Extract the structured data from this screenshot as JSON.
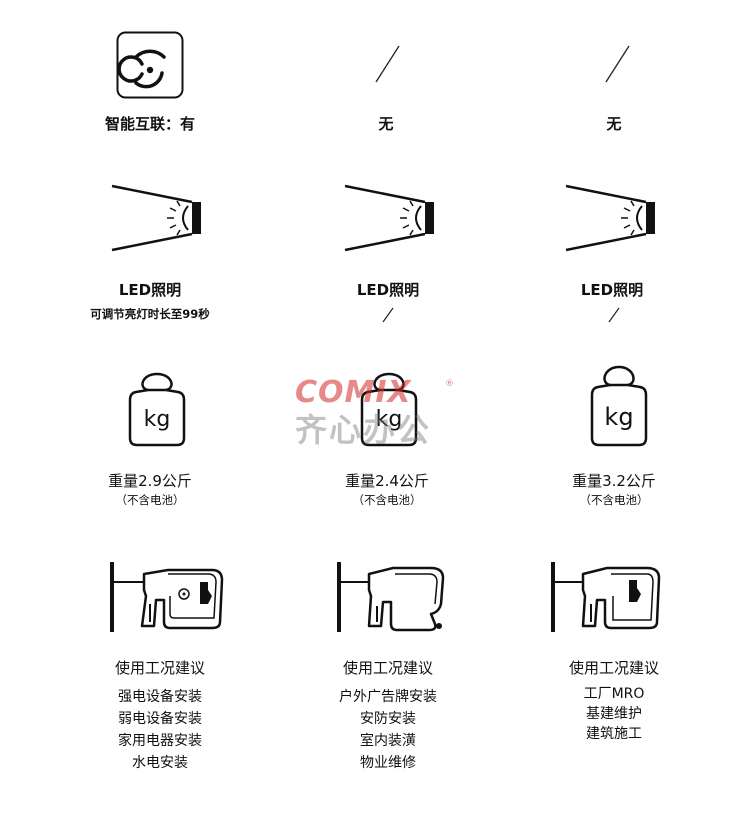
{
  "row1": {
    "col1": {
      "icon": "smart-connect-icon",
      "label": "智能互联：有"
    },
    "col2": {
      "label": "无"
    },
    "col3": {
      "label": "无"
    }
  },
  "row2": {
    "col1": {
      "icon": "led-light-icon",
      "label": "LED照明",
      "sub": "可调节亮灯时长至99秒"
    },
    "col2": {
      "icon": "led-light-icon",
      "label": "LED照明"
    },
    "col3": {
      "icon": "led-light-icon",
      "label": "LED照明"
    }
  },
  "row3": {
    "col1": {
      "icon": "weight-kg-icon",
      "kg": "kg",
      "label": "重量2.9公斤",
      "sub": "（不含电池）"
    },
    "col2": {
      "icon": "weight-kg-icon",
      "kg": "kg",
      "label": "重量2.4公斤",
      "sub": "（不含电池）"
    },
    "col3": {
      "icon": "weight-kg-icon",
      "kg": "kg",
      "label": "重量3.2公斤",
      "sub": "（不含电池）"
    }
  },
  "row4": {
    "col1": {
      "icon": "hammer-drill-icon",
      "label": "使用工况建议",
      "items": [
        "强电设备安装",
        "弱电设备安装",
        "家用电器安装",
        "水电安装"
      ]
    },
    "col2": {
      "icon": "hammer-drill-icon",
      "label": "使用工况建议",
      "items": [
        "户外广告牌安装",
        "安防安装",
        "室内装潢",
        "物业维修"
      ]
    },
    "col3": {
      "icon": "hammer-drill-icon",
      "label": "使用工况建议",
      "items": [
        "工厂MRO",
        "基建维护",
        "建筑施工"
      ]
    }
  },
  "watermark": {
    "logo": "COMIX",
    "text": "齐心办公",
    "reg": "®"
  },
  "colors": {
    "ink": "#111111",
    "watermark_red": "#d22828",
    "watermark_gray": "#787878"
  }
}
